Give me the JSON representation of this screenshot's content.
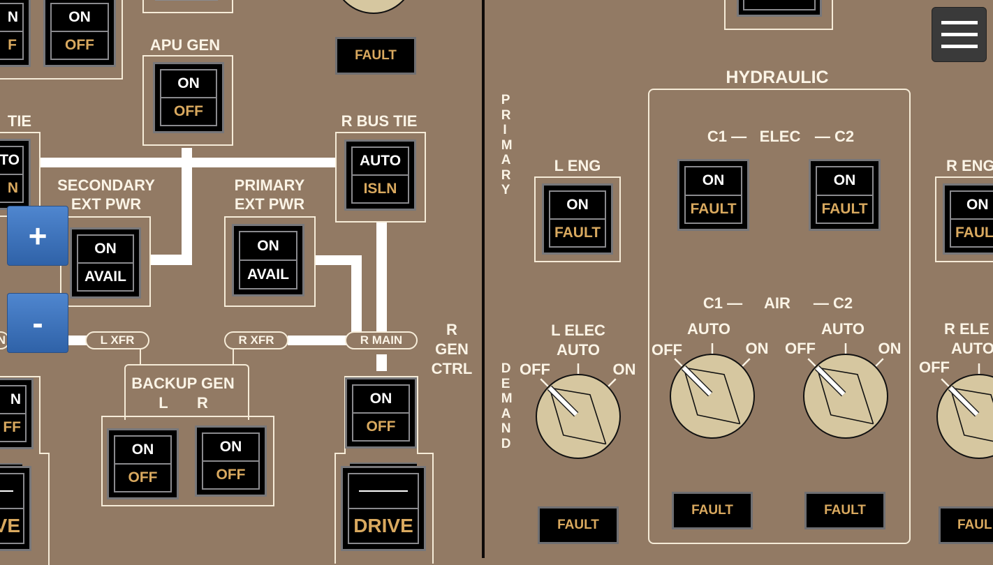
{
  "menu": {
    "icon": "hamburger-menu-icon"
  },
  "zoom_controls": {
    "plus_label": "+",
    "minus_label": "-"
  },
  "electrical": {
    "top_left_switch_partial": {
      "on": "N",
      "off": "F"
    },
    "top_switch": {
      "on": "ON",
      "off": "OFF"
    },
    "apu_gen": {
      "title": "APU GEN",
      "on": "ON",
      "off": "OFF"
    },
    "top_fault": "FAULT",
    "l_bus_tie": {
      "title": "TIE",
      "auto": "TO",
      "isln": "N"
    },
    "r_bus_tie": {
      "title": "R BUS TIE",
      "auto": "AUTO",
      "isln": "ISLN"
    },
    "secondary_ext_pwr": {
      "title_line1": "SECONDARY",
      "title_line2": "EXT PWR",
      "on": "ON",
      "avail": "AVAIL"
    },
    "primary_ext_pwr": {
      "title_line1": "PRIMARY",
      "title_line2": "EXT PWR",
      "on": "ON",
      "avail": "AVAIL"
    },
    "buses": {
      "l_main_partial": "N",
      "l_xfr": "L XFR",
      "r_xfr": "R XFR",
      "r_main": "R MAIN"
    },
    "backup_gen": {
      "title": "BACKUP GEN",
      "l_label": "L",
      "r_label": "R",
      "l": {
        "on": "ON",
        "off": "OFF"
      },
      "r": {
        "on": "ON",
        "off": "OFF"
      }
    },
    "l_gen_ctrl_partial": {
      "on": "N",
      "off": "FF",
      "drive": "VE"
    },
    "r_gen_ctrl": {
      "title_line1": "R",
      "title_line2": "GEN",
      "title_line3": "CTRL",
      "on": "ON",
      "off": "OFF",
      "drive": "DRIVE"
    }
  },
  "hydraulic": {
    "title": "HYDRAULIC",
    "primary_label": "PRIMARY",
    "demand_label": "DEMAND",
    "l_eng": {
      "title": "L ENG",
      "on": "ON",
      "fault": "FAULT"
    },
    "r_eng": {
      "title": "R ENG",
      "on": "ON",
      "fault": "FAUL"
    },
    "elec_header": {
      "c1": "C1 —",
      "mid": "ELEC",
      "c2": "— C2"
    },
    "c1_elec": {
      "on": "ON",
      "fault": "FAULT"
    },
    "c2_elec": {
      "on": "ON",
      "fault": "FAULT"
    },
    "air_header": {
      "c1": "C1 —",
      "mid": "AIR",
      "c2": "— C2"
    },
    "l_elec_demand": {
      "title_line1": "L ELEC",
      "title_line2": "AUTO",
      "off": "OFF",
      "on": "ON",
      "position": "OFF",
      "fault": "FAULT"
    },
    "c1_air_demand": {
      "auto": "AUTO",
      "off": "OFF",
      "on": "ON",
      "position": "OFF",
      "fault": "FAULT"
    },
    "c2_air_demand": {
      "auto": "AUTO",
      "off": "OFF",
      "on": "ON",
      "position": "OFF",
      "fault": "FAULT"
    },
    "r_elec_demand": {
      "title_line1": "R ELE",
      "title_line2": "AUTO",
      "off": "OFF",
      "position": "OFF",
      "fault": "FAUL"
    }
  }
}
